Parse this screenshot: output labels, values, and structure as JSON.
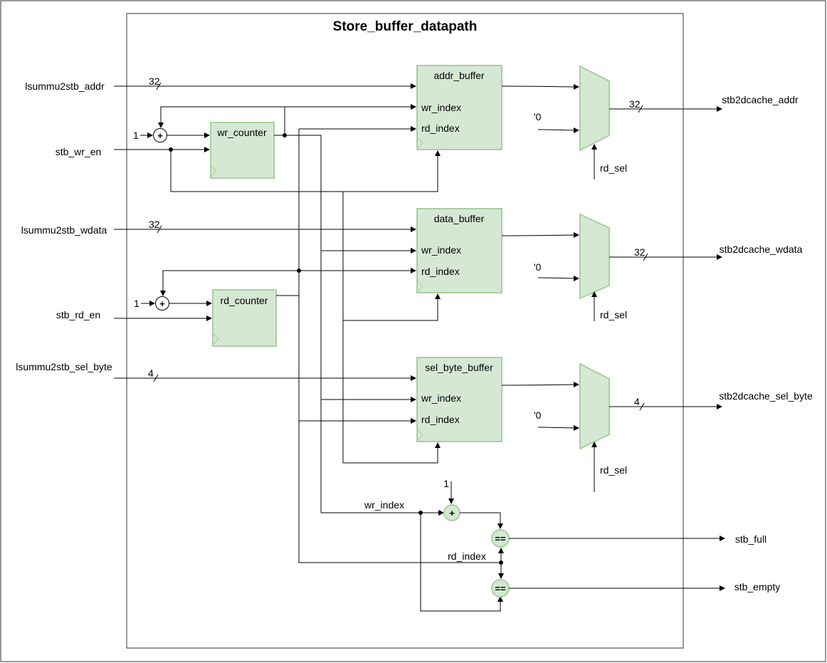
{
  "title": "Store_buffer_datapath",
  "inputs": {
    "addr": "lsummu2stb_addr",
    "wr_en": "stb_wr_en",
    "wdata": "lsummu2stb_wdata",
    "rd_en": "stb_rd_en",
    "sel_byte": "lsummu2stb_sel_byte"
  },
  "outputs": {
    "addr": "stb2dcache_addr",
    "wdata": "stb2dcache_wdata",
    "sel_byte": "stb2dcache_sel_byte",
    "full": "stb_full",
    "empty": "stb_empty"
  },
  "widths": {
    "addr": "32",
    "wdata": "32",
    "sel_byte": "4"
  },
  "blocks": {
    "wr_counter": "wr_counter",
    "rd_counter": "rd_counter",
    "addr_buffer": "addr_buffer",
    "data_buffer": "data_buffer",
    "sel_byte_buffer": "sel_byte_buffer"
  },
  "ports": {
    "wr_index": "wr_index",
    "rd_index": "rd_index"
  },
  "labels": {
    "one": "1",
    "zero": "'0",
    "rd_sel": "rd_sel",
    "wr_index": "wr_index",
    "rd_index": "rd_index",
    "plus": "+",
    "eq": "=="
  },
  "colors": {
    "block_fill": "#d5e8d4",
    "block_stroke": "#a9cf9f",
    "wire": "#000000"
  }
}
